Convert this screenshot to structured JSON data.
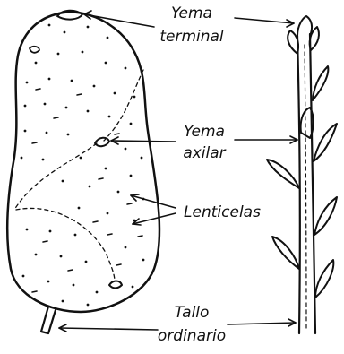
{
  "figure": {
    "labels": {
      "yema_terminal": [
        "Yema",
        "terminal"
      ],
      "yema_axilar": [
        "Yema",
        "axilar"
      ],
      "lenticelas": "Lenticelas",
      "tallo_ordinario": [
        "Tallo",
        "ordinario"
      ]
    }
  }
}
